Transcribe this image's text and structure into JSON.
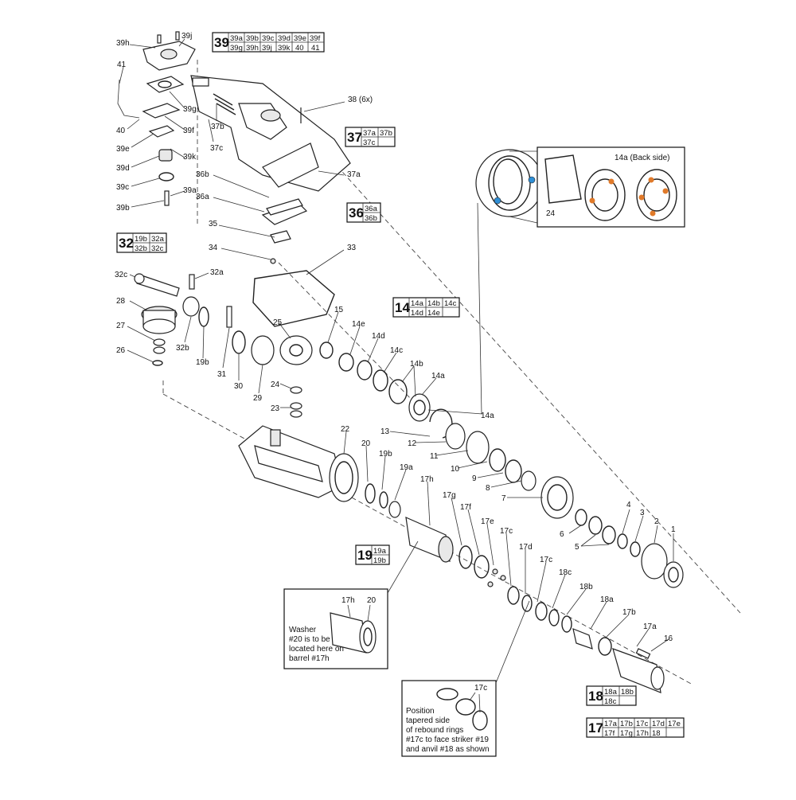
{
  "colors": {
    "callout_blue": "#2f8fd6",
    "callout_orange": "#e07a2a",
    "line": "#222222"
  },
  "labels": {
    "l39h": "39h",
    "l39j": "39j",
    "l41": "41",
    "l39g": "39g",
    "l39f": "39f",
    "l40": "40",
    "l39e": "39e",
    "l39k": "39k",
    "l39d": "39d",
    "l39c": "39c",
    "l39a": "39a",
    "l39b": "39b",
    "l37b": "37b",
    "l37c": "37c",
    "l38": "38 (6x)",
    "l37a": "37a",
    "l36b": "36b",
    "l36a": "36a",
    "l35": "35",
    "l34": "34",
    "l33": "33",
    "l32c": "32c",
    "l32a": "32a",
    "l28": "28",
    "l27": "27",
    "l26": "26",
    "l32b": "32b",
    "l19b_a": "19b",
    "l31": "31",
    "l30": "30",
    "l29": "29",
    "l25": "25",
    "l24": "24",
    "l23": "23",
    "l15": "15",
    "l14e": "14e",
    "l14d": "14d",
    "l14c": "14c",
    "l14b": "14b",
    "l14a_1": "14a",
    "l14a_2": "14a",
    "l13": "13",
    "l12": "12",
    "l11": "11",
    "l10": "10",
    "l9": "9",
    "l8": "8",
    "l7": "7",
    "l22": "22",
    "l20": "20",
    "l19b_b": "19b",
    "l19a": "19a",
    "l17h": "17h",
    "l17g": "17g",
    "l17f": "17f",
    "l17e": "17e",
    "l17c_a": "17c",
    "l17d": "17d",
    "l17c_b": "17c",
    "l18c": "18c",
    "l18b": "18b",
    "l18a": "18a",
    "l17b": "17b",
    "l17a": "17a",
    "l16": "16",
    "l6": "6",
    "l5": "5",
    "l4": "4",
    "l3": "3",
    "l2": "2",
    "l1": "1",
    "l14a_back": "14a (Back side)",
    "l24_inset": "24"
  },
  "kits": {
    "k39": {
      "num": "39",
      "cells": [
        [
          "39a",
          "39b",
          "39c",
          "39d",
          "39e",
          "39f"
        ],
        [
          "39g",
          "39h",
          "39j",
          "39k",
          "40",
          "41"
        ]
      ]
    },
    "k37": {
      "num": "37",
      "cells": [
        [
          "37a",
          "37b"
        ],
        [
          "37c",
          ""
        ]
      ]
    },
    "k36": {
      "num": "36",
      "cells": [
        [
          "36a"
        ],
        [
          "36b"
        ]
      ]
    },
    "k32": {
      "num": "32",
      "cells": [
        [
          "19b",
          "32a"
        ],
        [
          "32b",
          "32c"
        ]
      ]
    },
    "k14": {
      "num": "14",
      "cells": [
        [
          "14a",
          "14b",
          "14c"
        ],
        [
          "14d",
          "14e",
          ""
        ]
      ]
    },
    "k19": {
      "num": "19",
      "cells": [
        [
          "19a"
        ],
        [
          "19b"
        ]
      ]
    },
    "k18": {
      "num": "18",
      "cells": [
        [
          "18a",
          "18b"
        ],
        [
          "18c",
          ""
        ]
      ]
    },
    "k17": {
      "num": "17",
      "cells": [
        [
          "17a",
          "17b",
          "17c",
          "17d",
          "17e"
        ],
        [
          "17f",
          "17g",
          "17h",
          "18",
          ""
        ]
      ]
    }
  },
  "insets": {
    "washer": {
      "l17h": "17h",
      "l20": "20",
      "note": [
        "Washer",
        "#20 is to be",
        "located here on",
        "barrel #17h"
      ]
    },
    "rebound": {
      "l17c": "17c",
      "note": [
        "Position",
        "tapered side",
        "of rebound rings",
        "#17c to face striker #19",
        "and anvil #18 as shown"
      ]
    }
  }
}
